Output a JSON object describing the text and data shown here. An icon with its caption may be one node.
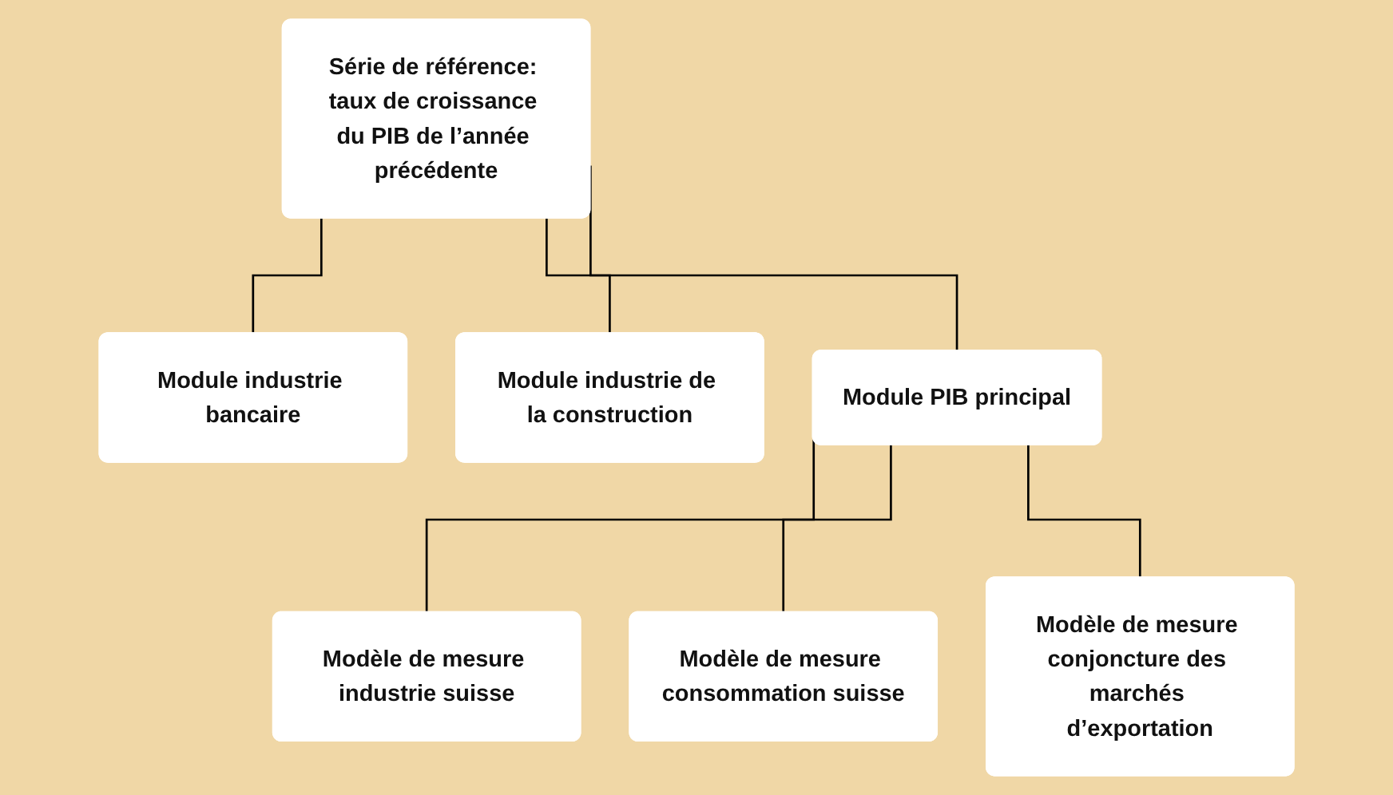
{
  "diagram": {
    "nodes": [
      {
        "text": [
          "Série de référence: taux de croissance du PIB de l’année précédente"
        ]
      },
      {
        "text": [
          "Module industrie bancaire"
        ]
      },
      {
        "text": [
          "Module industrie de la construction"
        ]
      },
      {
        "text": [
          "Module PIB principal"
        ]
      },
      {
        "text": [
          "Modèle de mesure industrie suisse"
        ]
      },
      {
        "text": [
          "Modèle de mesure consommation suisse"
        ]
      },
      {
        "text": [
          "Modèle de mesure conjoncture des marchés d’exportation"
        ]
      }
    ],
    "edges": [
      {
        "from": 0,
        "to": 1,
        "arrow": "none"
      },
      {
        "from": 0,
        "to": 2,
        "arrow": "none"
      },
      {
        "from": 0,
        "to": 3,
        "arrow": "none"
      },
      {
        "from": 3,
        "to": 4,
        "arrow": "none"
      },
      {
        "from": 3,
        "to": 5,
        "arrow": "none"
      },
      {
        "from": 3,
        "to": 6,
        "arrow": "none"
      }
    ]
  }
}
